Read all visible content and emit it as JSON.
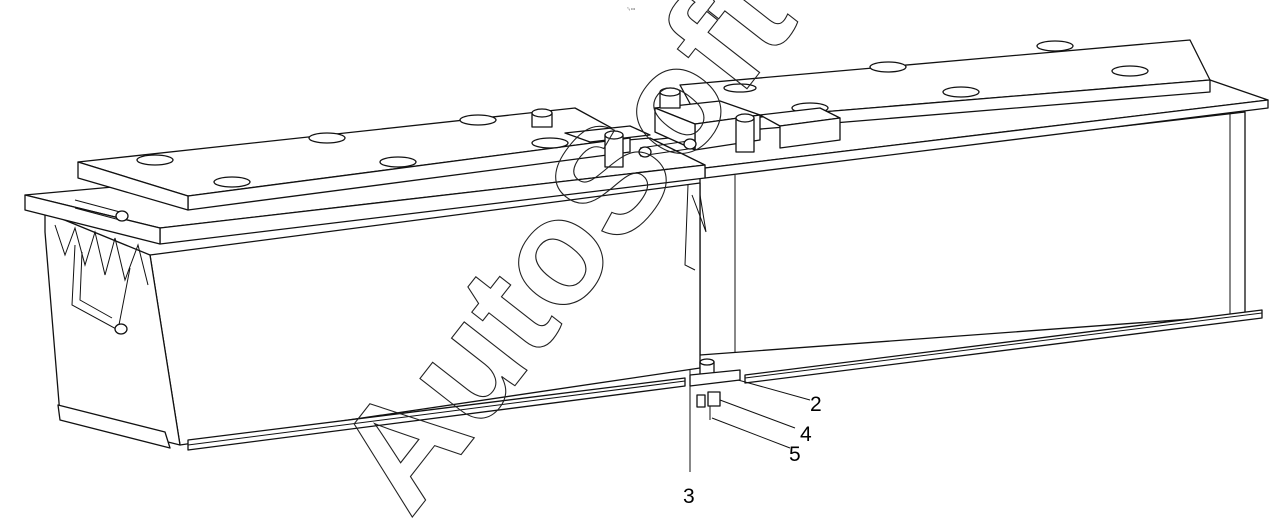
{
  "diagram": {
    "callouts": [
      {
        "id": "c2",
        "label": "2"
      },
      {
        "id": "c4",
        "label": "4"
      },
      {
        "id": "c5",
        "label": "5"
      },
      {
        "id": "c3",
        "label": "3"
      }
    ],
    "watermark": "AutoSoft",
    "top_mark": "°ᵥ •••"
  }
}
